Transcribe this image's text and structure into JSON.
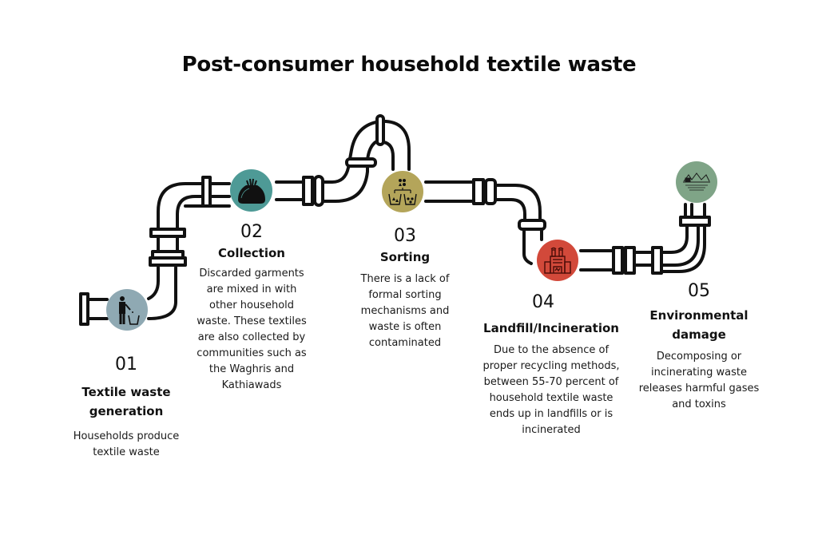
{
  "title": "Post-consumer household textile waste",
  "colors": {
    "step1": "#8fa9b3",
    "step2": "#4e9a96",
    "step3": "#b4a55a",
    "step4": "#d2493a",
    "step5": "#7fa487",
    "pipe": "#111111"
  },
  "steps": [
    {
      "number": "01",
      "title": "Textile waste generation",
      "title_line1": "Textile waste",
      "title_line2": "generation",
      "description": "Households produce textile waste",
      "icon": "person-trash-bin-icon"
    },
    {
      "number": "02",
      "title": "Collection",
      "description": "Discarded garments are mixed in with other household waste. These textiles are also collected by communities such as the Waghris and Kathiawads",
      "icon": "garbage-bag-icon"
    },
    {
      "number": "03",
      "title": "Sorting",
      "description": "There is a lack of formal sorting mechanisms and waste is often contaminated",
      "icon": "sorting-bins-icon"
    },
    {
      "number": "04",
      "title": "Landfill/Incineration",
      "description": "Due to the absence of proper recycling methods, between 55-70 percent of household textile waste ends up in landfills or is incinerated",
      "icon": "factory-icon"
    },
    {
      "number": "05",
      "title": "Environmental damage",
      "title_line1": "Environmental",
      "title_line2": "damage",
      "description": "Decomposing or incinerating waste releases harmful gases and toxins",
      "icon": "environment-pollution-icon"
    }
  ]
}
